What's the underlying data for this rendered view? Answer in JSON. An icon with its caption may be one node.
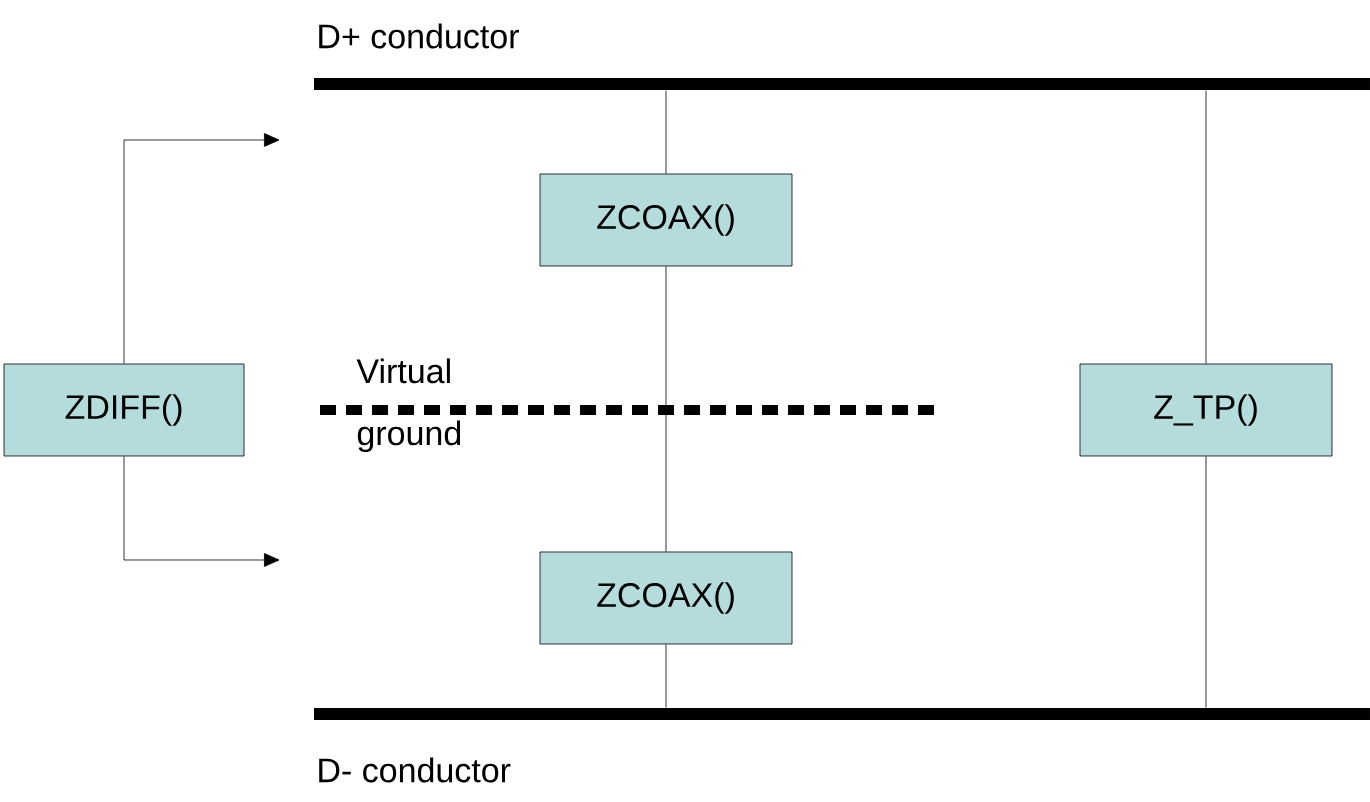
{
  "diagram": {
    "nodes": [
      {
        "text": [
          "D+ conductor"
        ]
      },
      {
        "text": [
          "ZCOAX()"
        ]
      },
      {
        "text": [
          "ZDIFF()"
        ]
      },
      {
        "text": [
          "Z_TP()"
        ]
      },
      {
        "text": [
          "ZCOAX()"
        ]
      },
      {
        "text": [
          "D- conductor"
        ]
      },
      {
        "text": [
          "Virtual ground"
        ]
      }
    ],
    "edges": [
      {
        "from": 0,
        "to": 1,
        "arrow": "none"
      },
      {
        "from": 1,
        "to": 4,
        "arrow": "none"
      },
      {
        "from": 4,
        "to": 5,
        "arrow": "none"
      },
      {
        "from": 0,
        "to": 3,
        "arrow": "none"
      },
      {
        "from": 3,
        "to": 5,
        "arrow": "none"
      },
      {
        "from": 2,
        "to": null,
        "arrow": "to"
      },
      {
        "from": 2,
        "to": null,
        "arrow": "to"
      }
    ]
  }
}
